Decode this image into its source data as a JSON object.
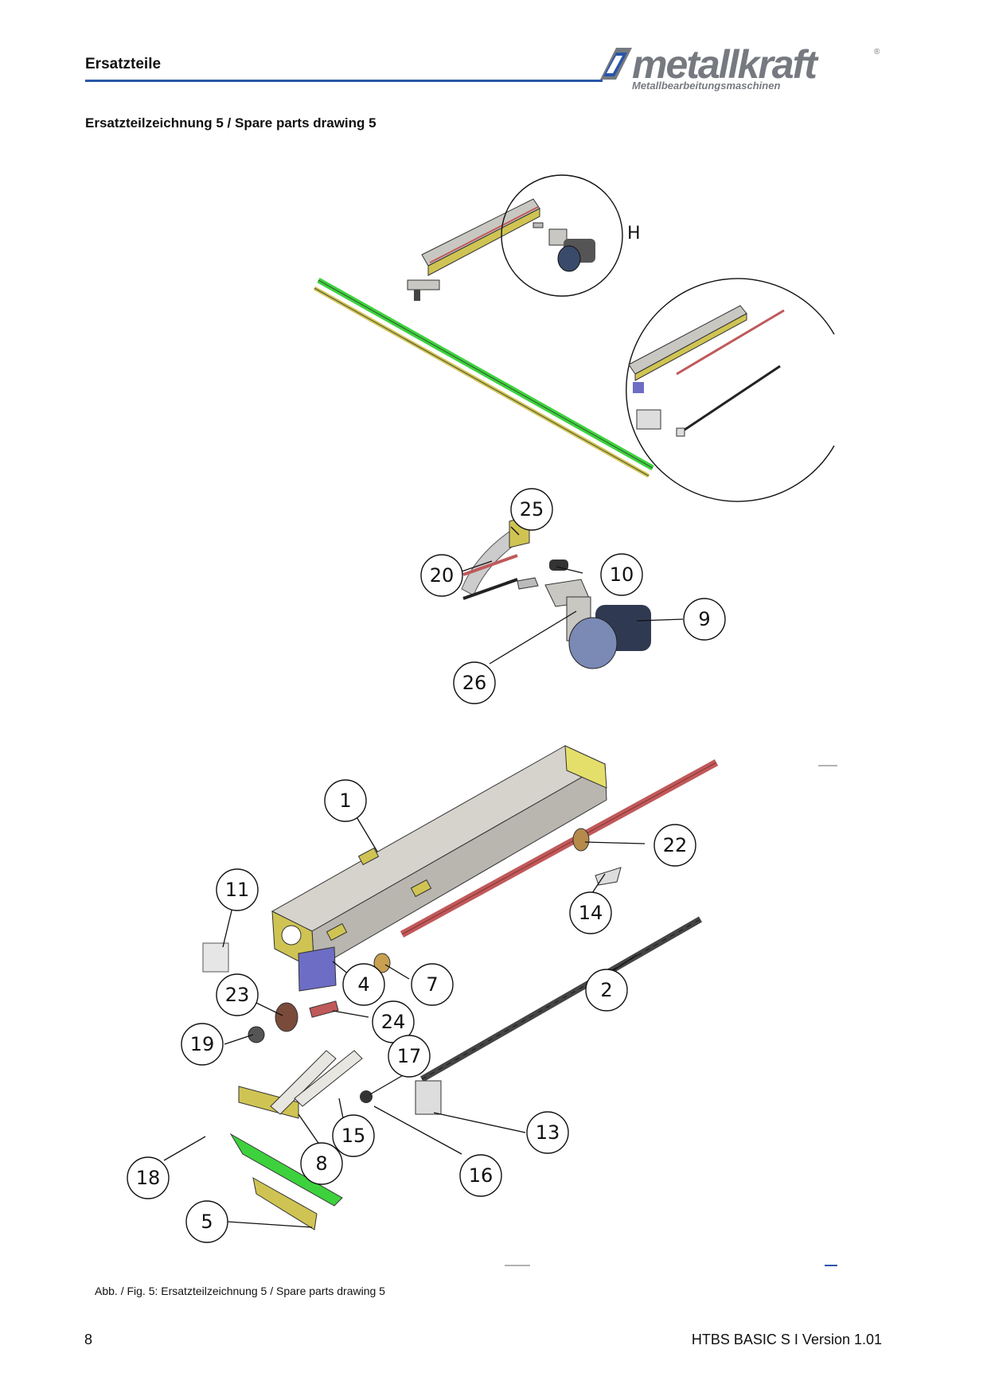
{
  "header": {
    "title": "Ersatzteile",
    "logo_text": "metallkraft",
    "logo_sub": "Metallbearbeitungsmaschinen",
    "logo_reg": "®"
  },
  "section_title": "Ersatzteilzeichnung 5 / Spare parts drawing 5",
  "drawing": {
    "detail_label": "H",
    "callouts": [
      "25",
      "20",
      "10",
      "9",
      "26",
      "1",
      "22",
      "11",
      "14",
      "4",
      "7",
      "2",
      "23",
      "24",
      "19",
      "17",
      "13",
      "15",
      "8",
      "18",
      "16",
      "5"
    ]
  },
  "caption": "Abb. / Fig. 5: Ersatzteilzeichnung 5 / Spare parts drawing 5",
  "footer": {
    "page_number": "8",
    "doc_version": "HTBS BASIC S I Version 1.01"
  },
  "colors": {
    "rule_blue": "#2a56a8",
    "logo_grey": "#767a80",
    "housing_grey": "#c9c7c2",
    "bracket_yellow": "#cfc453",
    "shaft_red": "#c0595a",
    "blade_green": "#3dd23d",
    "block_blue": "#6d6dc6"
  }
}
